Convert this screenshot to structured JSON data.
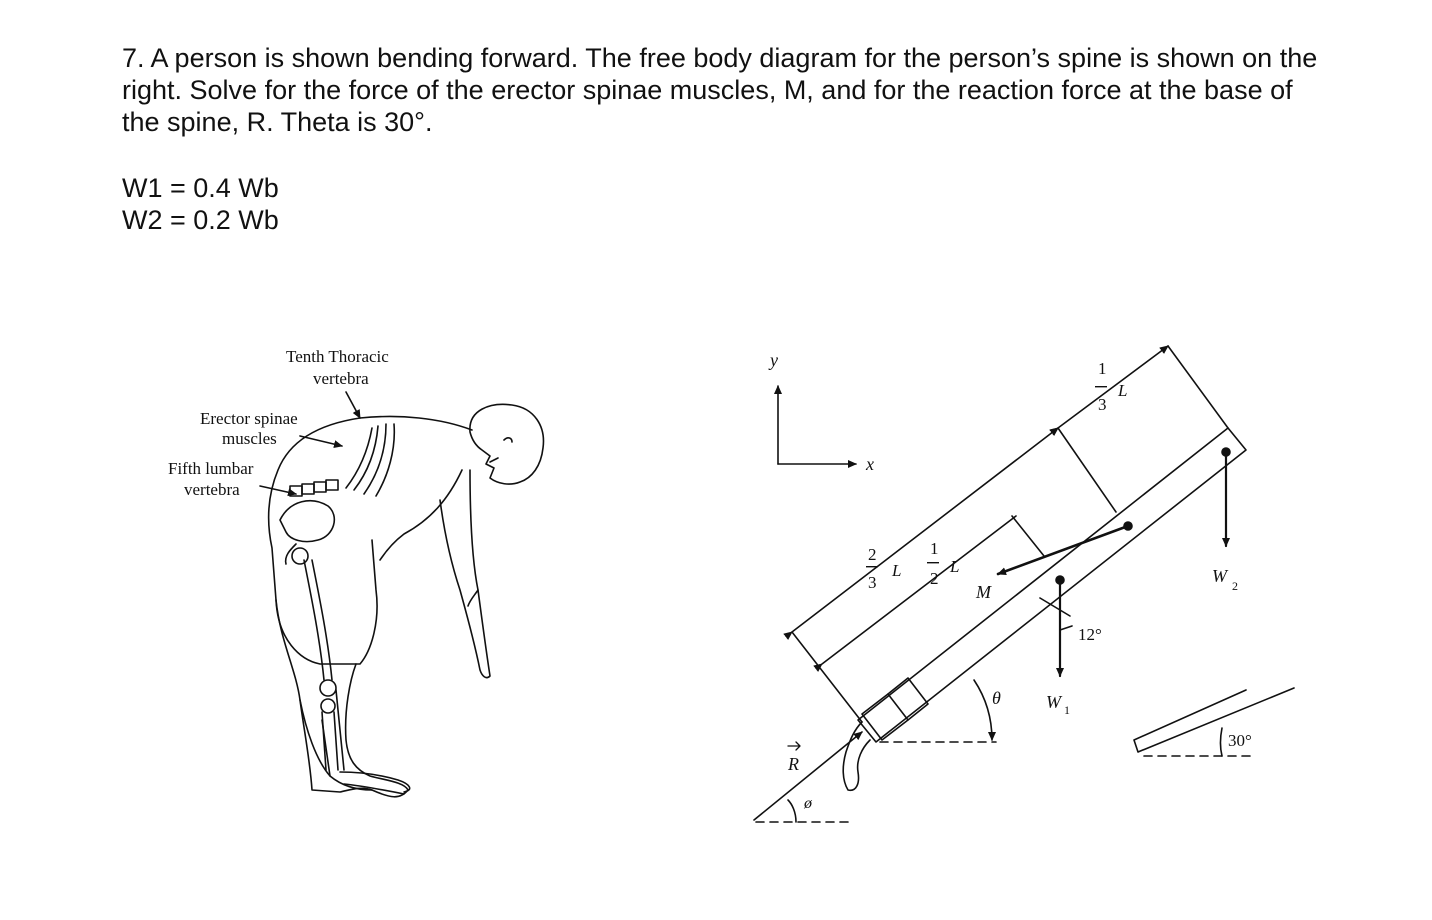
{
  "problem": {
    "text": "7. A person is shown bending forward. The free body diagram for the person’s spine is shown on the right. Solve for the force of the erector spinae muscles, M, and for the reaction force at the base of the spine, R. Theta is 30°."
  },
  "given": {
    "w1": "W1 = 0.4 Wb",
    "w2": "W2 = 0.2 Wb"
  },
  "anatomy": {
    "tenth_thoracic_line1": "Tenth Thoracic",
    "tenth_thoracic_line2": "vertebra",
    "erector_line1": "Erector spinae",
    "erector_line2": "muscles",
    "fifth_lumbar_line1": "Fifth lumbar",
    "fifth_lumbar_line2": "vertebra"
  },
  "fbd": {
    "axis_y": "y",
    "axis_x": "x",
    "frac_two_thirds_num": "2",
    "frac_two_thirds_den": "3",
    "frac_half_num": "1",
    "frac_half_den": "2",
    "frac_third_num": "1",
    "frac_third_den": "3",
    "L": "L",
    "M": "M",
    "W1": "W",
    "W1_sub": "1",
    "W2": "W",
    "W2_sub": "2",
    "angle_12": "12°",
    "theta": "θ",
    "phi": "ø",
    "R": "R",
    "angle_30": "30°"
  }
}
